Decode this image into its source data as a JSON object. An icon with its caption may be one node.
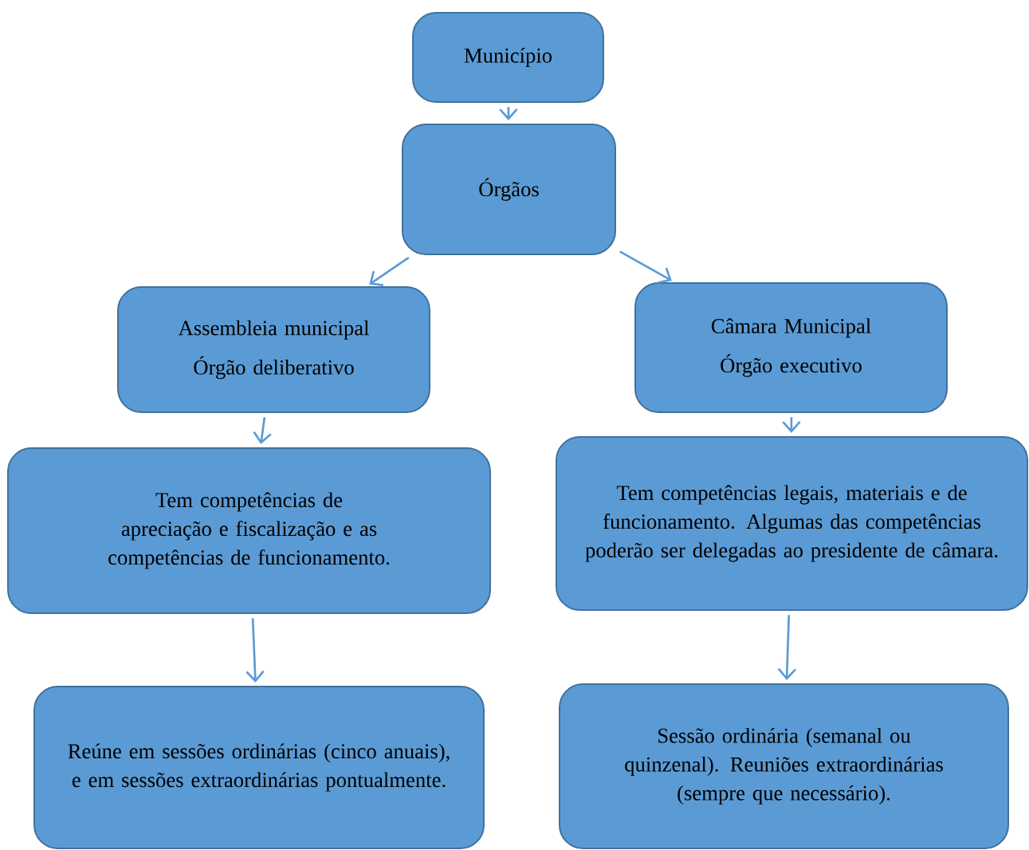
{
  "diagram": {
    "nodes": [
      {
        "text": [
          "Município"
        ]
      },
      {
        "text": [
          "Órgãos"
        ]
      },
      {
        "text": [
          "Assembleia municipal",
          "Órgão deliberativo"
        ]
      },
      {
        "text": [
          "Câmara Municipal",
          "Órgão executivo"
        ]
      },
      {
        "text": [
          "Tem competências de apreciação e fiscalização e as competências de funcionamento."
        ]
      },
      {
        "text": [
          "Tem competências legais, materiais e de funcionamento. Algumas das competências poderão ser delegadas ao presidente de câmara."
        ]
      },
      {
        "text": [
          "Reúne em sessões ordinárias (cinco anuais), e em sessões extraordinárias pontualmente."
        ]
      },
      {
        "text": [
          "Sessão ordinária (semanal ou quinzenal). Reuniões extraordinárias (sempre que necessário)."
        ]
      }
    ],
    "edges": [
      {
        "from": 0,
        "to": 1,
        "arrow": "to"
      },
      {
        "from": 1,
        "to": 2,
        "arrow": "to"
      },
      {
        "from": 1,
        "to": 3,
        "arrow": "to"
      },
      {
        "from": 2,
        "to": 4,
        "arrow": "to"
      },
      {
        "from": 3,
        "to": 5,
        "arrow": "to"
      },
      {
        "from": 4,
        "to": 6,
        "arrow": "to"
      },
      {
        "from": 5,
        "to": 7,
        "arrow": "to"
      }
    ]
  }
}
